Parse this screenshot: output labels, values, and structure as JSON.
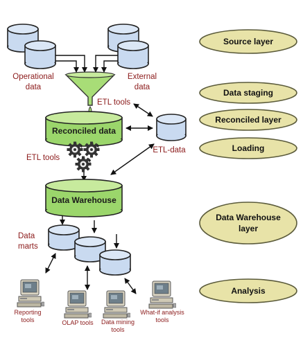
{
  "colors": {
    "db_fill": "#c9daf0",
    "db_stroke": "#222222",
    "green_fill": "#9bd66b",
    "green_top": "#c7ea9d",
    "pill_fill": "#e8e3a8",
    "pill_stroke": "#5a5a3a",
    "label_red": "#8b1a1a"
  },
  "sources": {
    "operational": [
      "Operational",
      "data"
    ],
    "external": [
      "External",
      "data"
    ]
  },
  "etl": {
    "top_label": "ETL tools",
    "left_label": "ETL tools"
  },
  "stores": {
    "reconciled": "Reconciled data",
    "etl_data": "ETL-data",
    "warehouse": "Data Warehouse",
    "marts_label": [
      "Data",
      "marts"
    ]
  },
  "tools": [
    {
      "icon": "computer-icon",
      "label": [
        "Reporting",
        "tools"
      ]
    },
    {
      "icon": "computer-icon",
      "label": [
        "OLAP tools"
      ]
    },
    {
      "icon": "computer-icon",
      "label": [
        "Data mining",
        "tools"
      ]
    },
    {
      "icon": "computer-icon",
      "label": [
        "What-if analysis",
        "tools"
      ]
    }
  ],
  "layers": [
    [
      "Source layer"
    ],
    [
      "Data staging"
    ],
    [
      "Reconciled layer"
    ],
    [
      "Loading"
    ],
    [
      "Data Warehouse",
      "layer"
    ],
    [
      "Analysis"
    ]
  ]
}
